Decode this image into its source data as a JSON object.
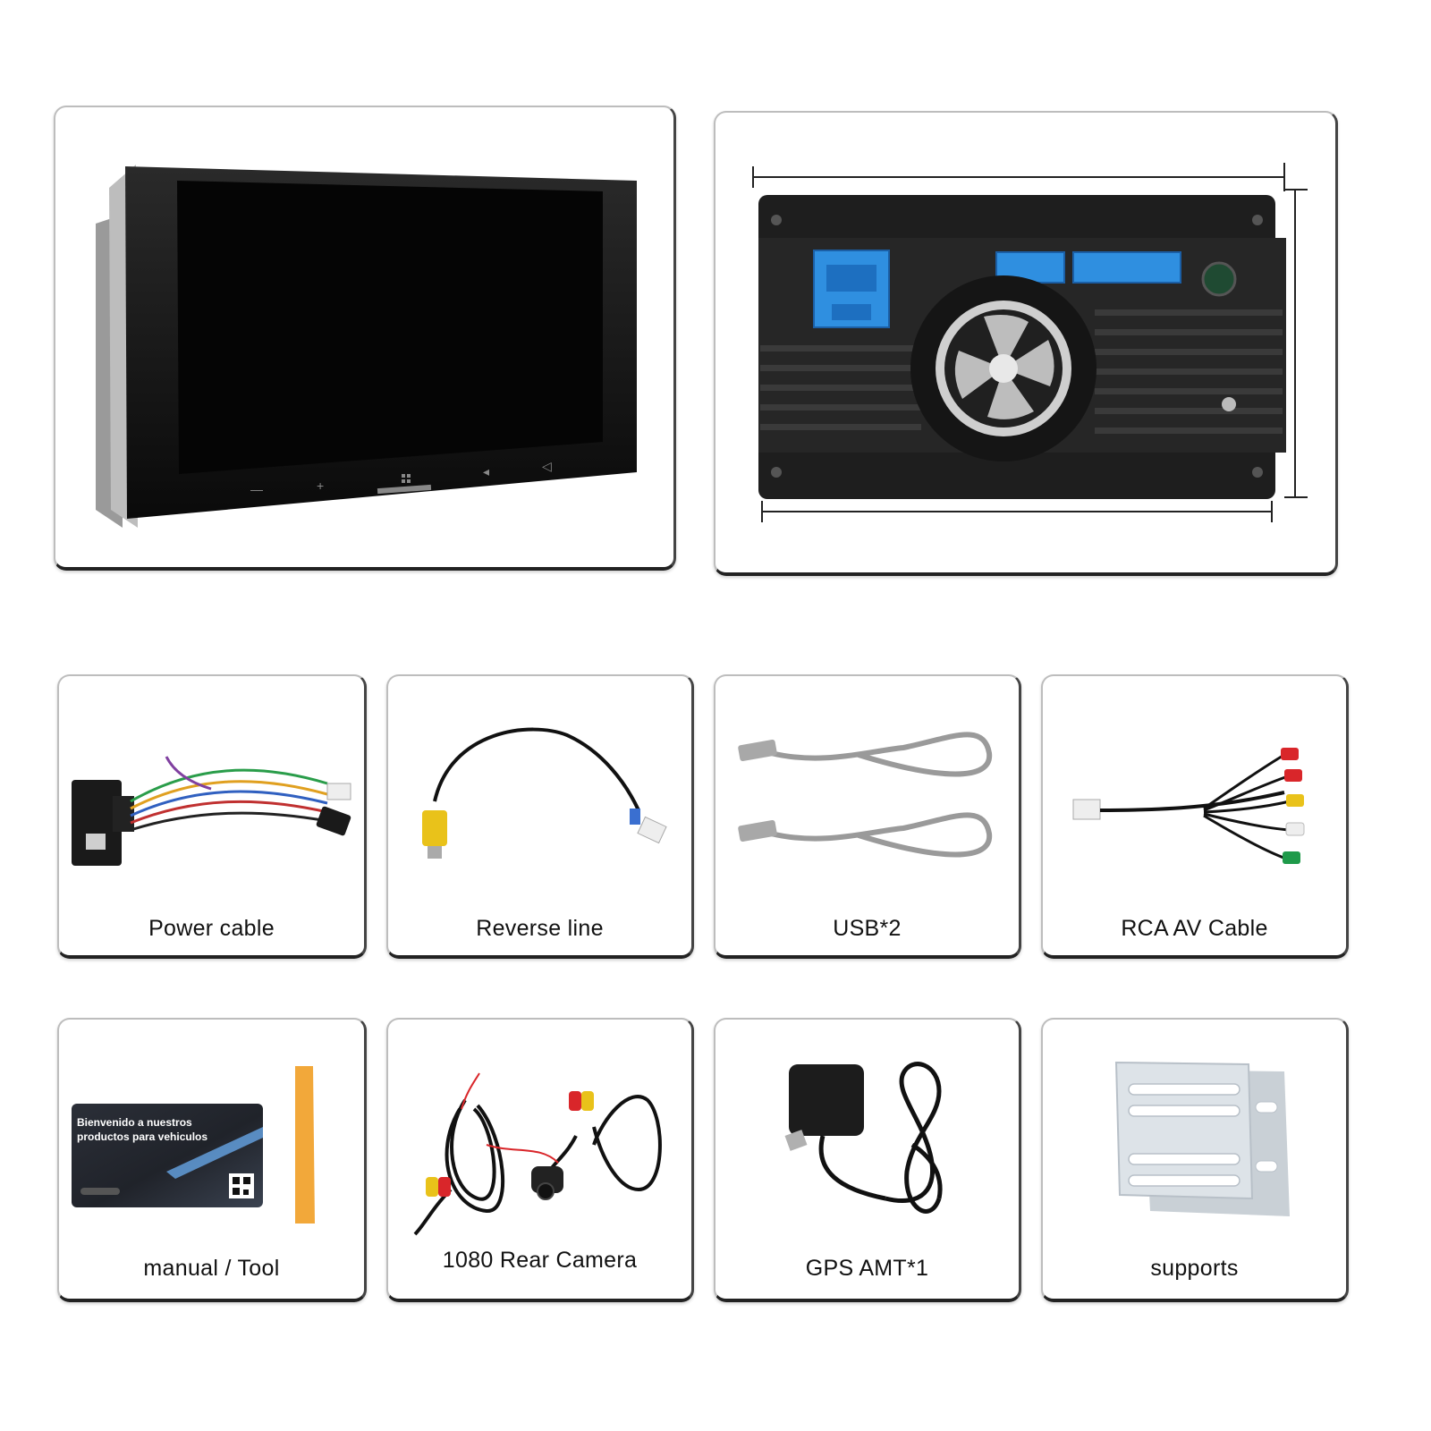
{
  "items": [
    {
      "label": "Power cable"
    },
    {
      "label": "Reverse line"
    },
    {
      "label": "USB*2"
    },
    {
      "label": "RCA AV Cable"
    },
    {
      "label": "manual / Tool"
    },
    {
      "label": "1080 Rear Camera"
    },
    {
      "label": "GPS AMT*1"
    },
    {
      "label": "supports"
    }
  ],
  "manual_card": {
    "line1": "Bienvenido a nuestros",
    "line2": "productos para vehiculos"
  },
  "colors": {
    "card_border": "#bdbdbd",
    "connector_blue": "#2f8fe0",
    "pry_tool": "#f2a83a",
    "rca_yellow": "#e9c21a",
    "rca_red": "#d9262a",
    "rca_green": "#1f9a4a"
  }
}
